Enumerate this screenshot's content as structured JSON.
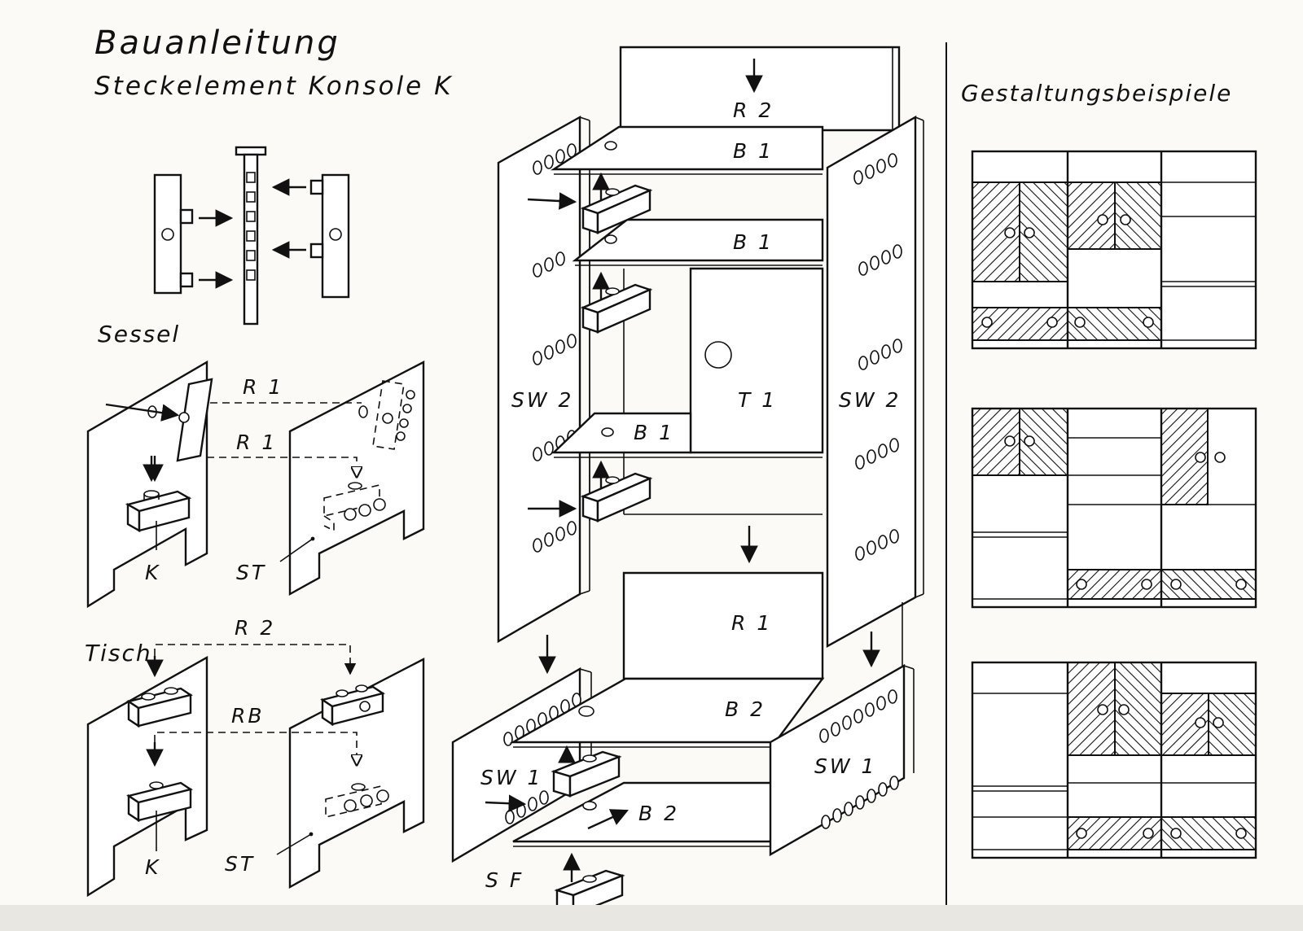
{
  "title": "Bauanleitung",
  "subtitle": "Steckelement Konsole K",
  "sections": {
    "sessel": "Sessel",
    "tisch": "Tisch",
    "gestaltung": "Gestaltungsbeispiele"
  },
  "labels": {
    "r1": "R 1",
    "r2": "R 2",
    "rb": "RB",
    "k": "K",
    "st": "ST",
    "b1": "B 1",
    "b2": "B 2",
    "sw1": "SW 1",
    "sw2": "SW 2",
    "t1": "T 1",
    "sf": "S F"
  }
}
